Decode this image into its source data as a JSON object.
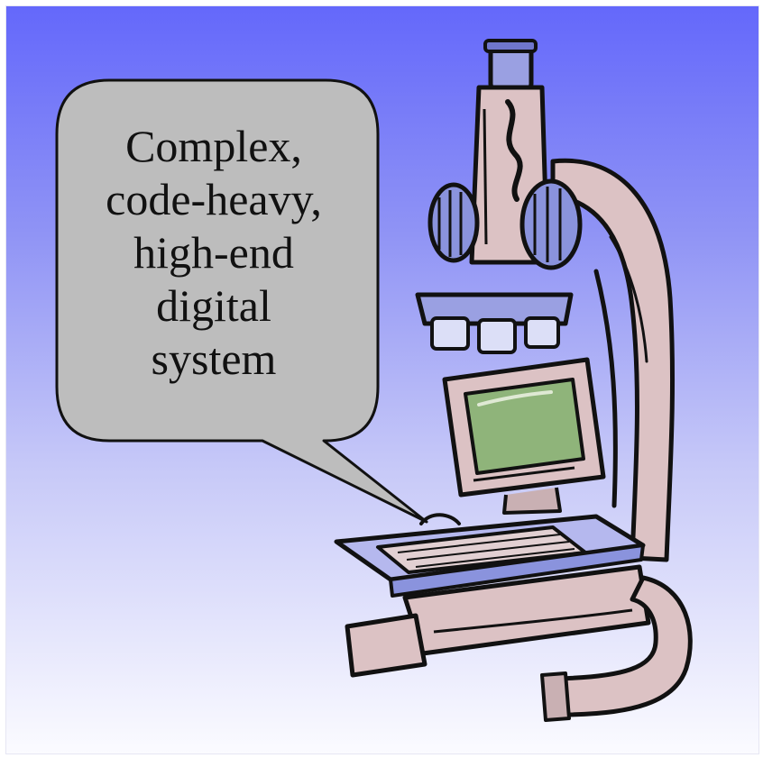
{
  "speech_bubble": {
    "lines": [
      "Complex,",
      "code-heavy,",
      "high-end",
      "digital",
      "system"
    ]
  },
  "illustration": {
    "subject": "microscope-with-computer-icon",
    "colors": {
      "background_top": "#6468fb",
      "background_bottom": "#fbfbff",
      "bubble_fill": "#bdbdbd",
      "microscope_body": "#dcc2c4",
      "knob": "#8a93dd",
      "screen": "#8fb47a",
      "outline": "#111111"
    }
  }
}
